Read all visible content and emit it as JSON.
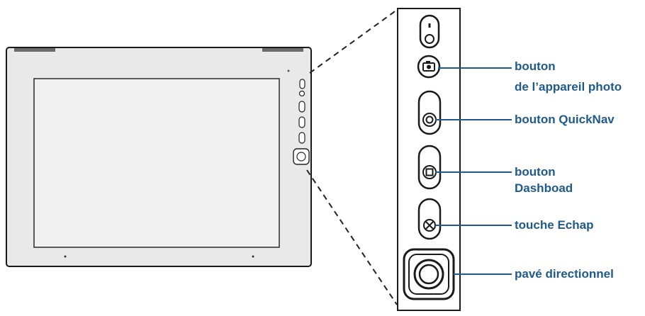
{
  "colors": {
    "label": "#1f5a8c",
    "outline": "#1a1a1a",
    "tablet_body": "#e9e9e9",
    "screen": "#f1f1f1",
    "leader_line": "#1f5a8c"
  },
  "callouts": [
    {
      "line1": "bouton",
      "line2": "de l’appareil photo",
      "icon": "camera-icon"
    },
    {
      "line1": "bouton QuickNav",
      "line2": "",
      "icon": "quicknav-icon"
    },
    {
      "line1": "bouton",
      "line2": "Dashboad",
      "icon": "dashboard-icon"
    },
    {
      "line1": "touche Echap",
      "line2": "",
      "icon": "escape-icon"
    },
    {
      "line1": "pavé directionnel",
      "line2": "",
      "icon": "directional-pad-icon"
    }
  ]
}
